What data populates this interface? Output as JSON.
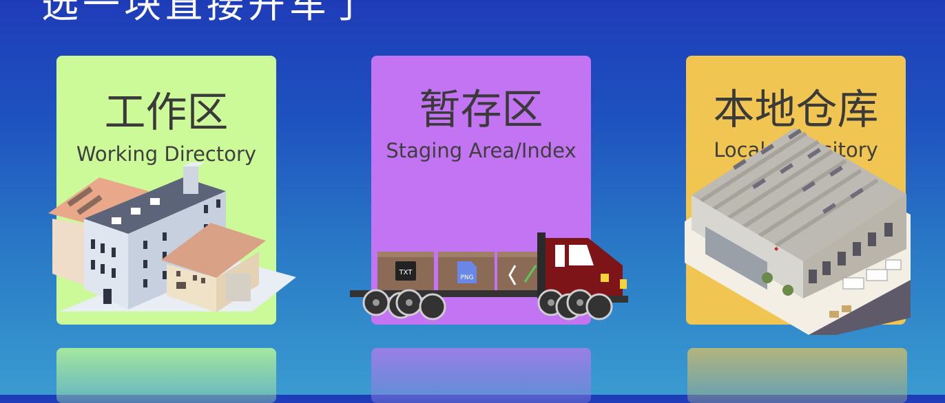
{
  "header": {
    "title": "选一块直接开车了"
  },
  "cards": [
    {
      "title": "工作区",
      "subtitle": "Working Directory",
      "color": "#ccfa98",
      "illustration": "factory-icon"
    },
    {
      "title": "暂存区",
      "subtitle": "Staging Area/Index",
      "color": "#c374f2",
      "illustration": "truck-icon",
      "cargo": [
        {
          "label": "TXT"
        },
        {
          "label": "PNG"
        }
      ]
    },
    {
      "title": "本地仓库",
      "subtitle": "Local Repository",
      "color": "#f0c552",
      "illustration": "warehouse-icon"
    }
  ]
}
